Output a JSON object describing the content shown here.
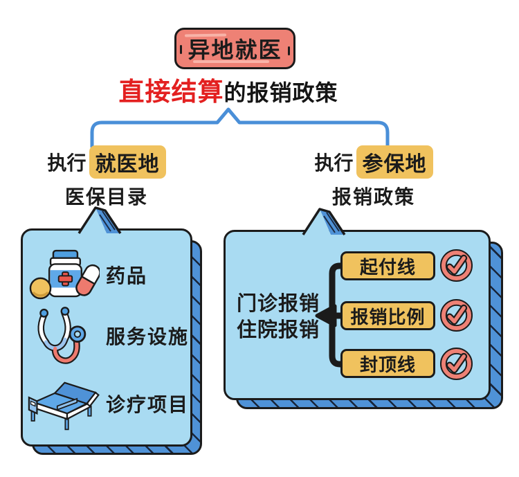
{
  "header": {
    "badge": "异地就医",
    "subtitle_highlight": "直接结算",
    "subtitle_rest": "的报销政策"
  },
  "branches": {
    "left": {
      "prefix": "执行",
      "highlight": "就医地",
      "caption": "医保目录"
    },
    "right": {
      "prefix": "执行",
      "highlight": "参保地",
      "caption": "报销政策"
    }
  },
  "left_panel": {
    "items": [
      {
        "icon": "medicine-icon",
        "label": "药品"
      },
      {
        "icon": "stethoscope-icon",
        "label": "服务设施"
      },
      {
        "icon": "hospital-bed-icon",
        "label": "诊疗项目"
      }
    ]
  },
  "right_panel": {
    "source_lines": [
      "门诊报销",
      "住院报销"
    ],
    "items": [
      {
        "label": "起付线",
        "checked": true
      },
      {
        "label": "报销比例",
        "checked": true
      },
      {
        "label": "封顶线",
        "checked": true
      }
    ]
  },
  "colors": {
    "badge_fill": "#ee8175",
    "highlight_yellow": "#f0c25e",
    "accent_red": "#e32020",
    "panel_blue": "#a9dbf2",
    "panel_shadow_blue": "#4f92d7",
    "bracket_blue": "#4a8fd8",
    "outline": "#1b1b1b",
    "check_coral": "#ee8175"
  }
}
